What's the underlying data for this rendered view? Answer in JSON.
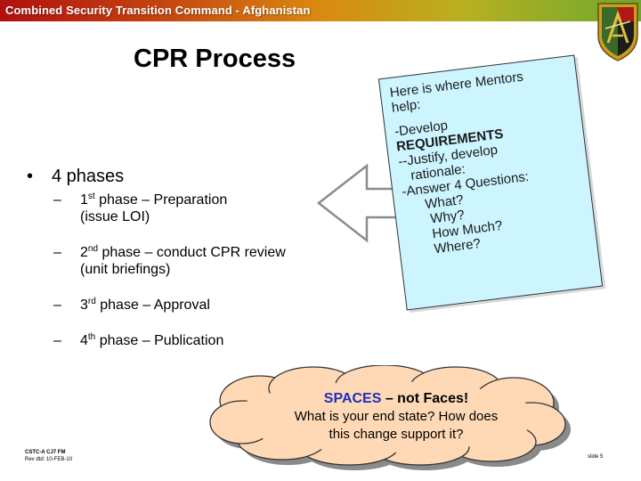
{
  "header": {
    "title": "Combined Security Transition Command - Afghanistan",
    "bar_colors": [
      "#b01010",
      "#d98a10",
      "#6ea830"
    ]
  },
  "emblem": {
    "icon": "cstc-a-shield-icon"
  },
  "slide": {
    "title": "CPR Process"
  },
  "bullets": {
    "main": "4 phases",
    "phases": [
      {
        "num": "1",
        "sup": "st",
        "text": " phase – Preparation",
        "line2": "(issue LOI)"
      },
      {
        "num": "2",
        "sup": "nd",
        "text": " phase – conduct CPR review",
        "line2": "(unit briefings)"
      },
      {
        "num": "3",
        "sup": "rd",
        "text": " phase – Approval"
      },
      {
        "num": "4",
        "sup": "th",
        "text": " phase – Publication"
      }
    ]
  },
  "mentor_box": {
    "bg_color": "#ccf5ff",
    "lines": [
      "Here is where Mentors",
      "help:",
      "-Develop",
      "REQUIREMENTS",
      "--Justify, develop",
      "rationale:",
      "-Answer 4 Questions:",
      "What?",
      "Why?",
      "How Much?",
      "Where?"
    ]
  },
  "cloud": {
    "spaces": "SPACES",
    "not_faces": " – not Faces!",
    "line2": "What is your end state? How does",
    "line3": "this change support it?"
  },
  "footer": {
    "org": "CSTC-A CJ7 FM",
    "rev": "Rev dtd: 10-FEB-10",
    "slide": "slide 5"
  }
}
